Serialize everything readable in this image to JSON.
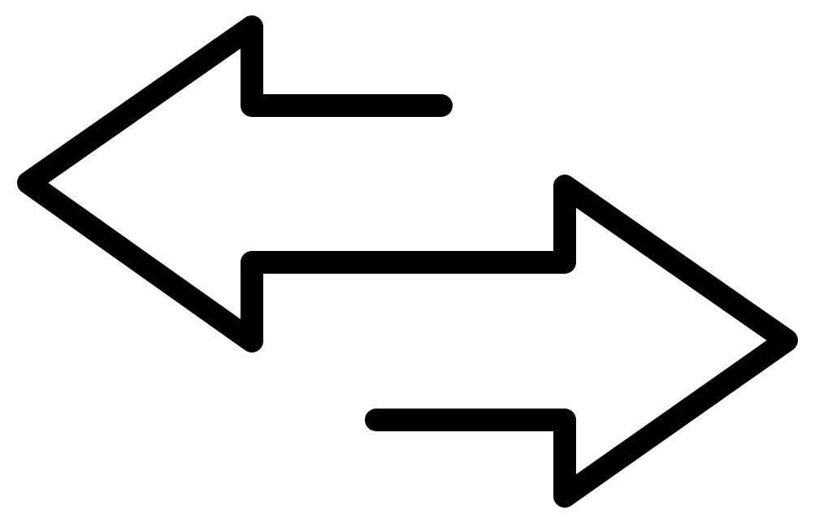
{
  "icon": {
    "name": "swap-arrows-icon",
    "description_type": "line-icon",
    "stroke_color": "#000000",
    "background_color": "#ffffff",
    "parts": [
      {
        "name": "left-arrow",
        "direction": "left"
      },
      {
        "name": "right-arrow",
        "direction": "right"
      }
    ]
  }
}
